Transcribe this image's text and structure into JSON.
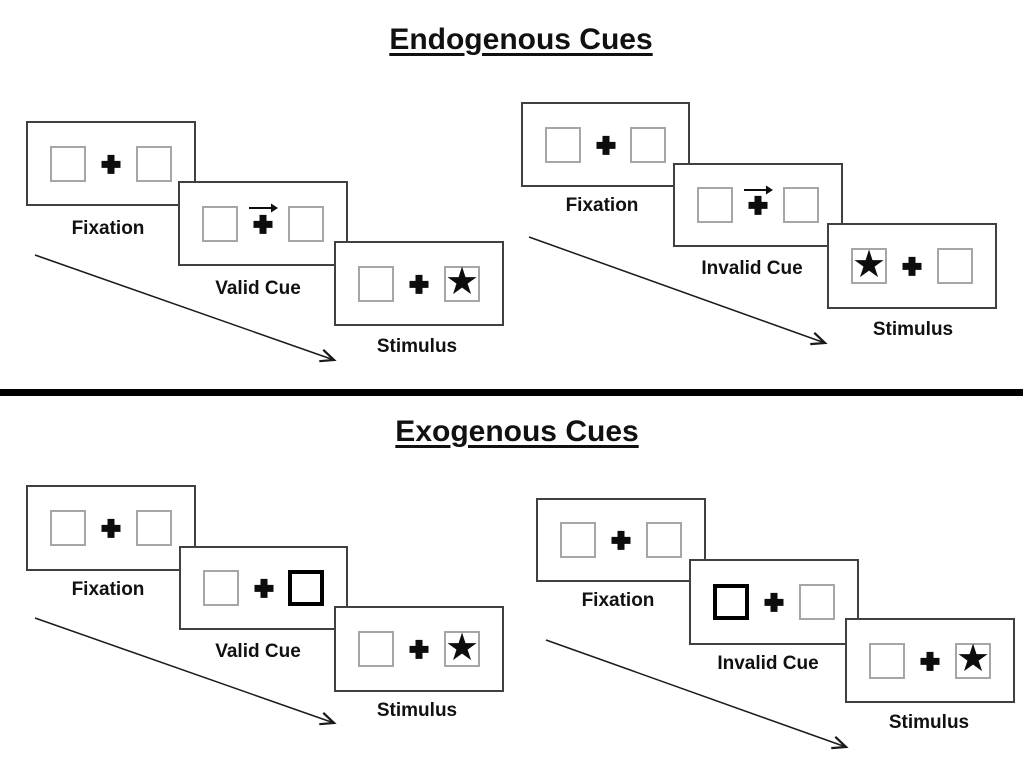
{
  "diagram": {
    "type": "experiment-paradigm",
    "description_colors": {
      "background": "#ffffff",
      "panel_border": "#404040",
      "placeholder_square_border": "#a6a6a6",
      "bold_cue_square_border": "#000000",
      "symbol_color": "#0d0d0d",
      "divider": "#000000"
    }
  },
  "icons": {
    "star_glyph": "★",
    "fixation_cross": "+",
    "cue_arrow_direction": "right"
  },
  "sections": [
    {
      "title": "Endogenous Cues",
      "sequences": [
        {
          "name": "valid-cue-trial",
          "panels": [
            {
              "label": "Fixation",
              "cue_arrow": false,
              "left": {
                "state": "empty"
              },
              "right": {
                "state": "empty"
              }
            },
            {
              "label": "Valid Cue",
              "cue_arrow": true,
              "left": {
                "state": "empty"
              },
              "right": {
                "state": "empty"
              }
            },
            {
              "label": "Stimulus",
              "cue_arrow": false,
              "left": {
                "state": "empty"
              },
              "right": {
                "state": "star",
                "glyph": "★"
              }
            }
          ]
        },
        {
          "name": "invalid-cue-trial",
          "panels": [
            {
              "label": "Fixation",
              "cue_arrow": false,
              "left": {
                "state": "empty"
              },
              "right": {
                "state": "empty"
              }
            },
            {
              "label": "Invalid Cue",
              "cue_arrow": true,
              "left": {
                "state": "empty"
              },
              "right": {
                "state": "empty"
              }
            },
            {
              "label": "Stimulus",
              "cue_arrow": false,
              "left": {
                "state": "star",
                "glyph": "★"
              },
              "right": {
                "state": "empty"
              }
            }
          ]
        }
      ]
    },
    {
      "title": "Exogenous Cues",
      "sequences": [
        {
          "name": "valid-cue-trial",
          "panels": [
            {
              "label": "Fixation",
              "cue_arrow": false,
              "left": {
                "state": "empty"
              },
              "right": {
                "state": "empty"
              }
            },
            {
              "label": "Valid Cue",
              "cue_arrow": false,
              "left": {
                "state": "empty"
              },
              "right": {
                "state": "bold"
              }
            },
            {
              "label": "Stimulus",
              "cue_arrow": false,
              "left": {
                "state": "empty"
              },
              "right": {
                "state": "star",
                "glyph": "★"
              }
            }
          ]
        },
        {
          "name": "invalid-cue-trial",
          "panels": [
            {
              "label": "Fixation",
              "cue_arrow": false,
              "left": {
                "state": "empty"
              },
              "right": {
                "state": "empty"
              }
            },
            {
              "label": "Invalid Cue",
              "cue_arrow": false,
              "left": {
                "state": "bold"
              },
              "right": {
                "state": "empty"
              }
            },
            {
              "label": "Stimulus",
              "cue_arrow": false,
              "left": {
                "state": "empty"
              },
              "right": {
                "state": "star",
                "glyph": "★"
              }
            }
          ]
        }
      ]
    }
  ]
}
